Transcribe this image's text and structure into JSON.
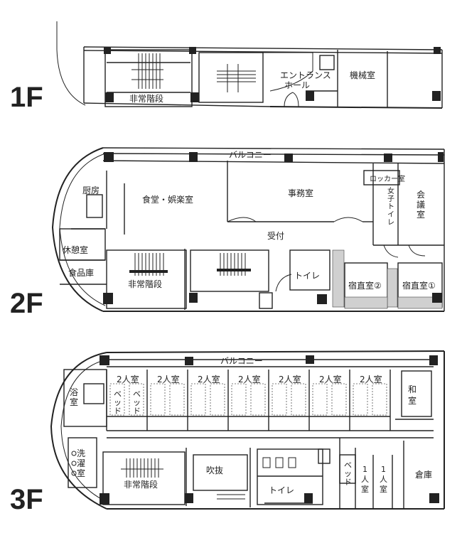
{
  "floors": {
    "f1": {
      "label": "1F",
      "rooms": {
        "stairs": "非常階段",
        "entrance_line1": "エントランス",
        "entrance_line2": "ホール",
        "machine": "機械室"
      }
    },
    "f2": {
      "label": "2F",
      "rooms": {
        "balcony": "バルコニー",
        "kitchen": "厨房",
        "dining": "食堂・娯楽室",
        "office": "事務室",
        "locker": "ロッカー室",
        "meeting_1": "会",
        "meeting_2": "議",
        "meeting_3": "室",
        "women_toilet_1": "女",
        "women_toilet_2": "子",
        "women_toilet_3": "ト",
        "women_toilet_4": "イ",
        "women_toilet_5": "レ",
        "reception": "受付",
        "rest": "休憩室",
        "pantry": "食品庫",
        "stairs": "非常階段",
        "toilet": "トイレ",
        "night_room_2": "宿直室②",
        "night_room_1": "宿直室①"
      }
    },
    "f3": {
      "label": "3F",
      "rooms": {
        "balcony": "バルコニー",
        "twin_rooms": [
          "2人室",
          "2人室",
          "2人室",
          "2人室",
          "2人室",
          "2人室",
          "2人室"
        ],
        "bath_1": "浴",
        "bath_2": "室",
        "bed_1": "ベ",
        "bed_2": "ッ",
        "bed_3": "ド",
        "japanese_1": "和",
        "japanese_2": "室",
        "laundry_1": "洗",
        "laundry_2": "濯",
        "laundry_3": "室",
        "stairs": "非常階段",
        "atrium": "吹抜",
        "toilet": "トイレ",
        "single_1": "1",
        "single_2": "人",
        "single_3": "室",
        "storage": "倉庫"
      }
    }
  }
}
